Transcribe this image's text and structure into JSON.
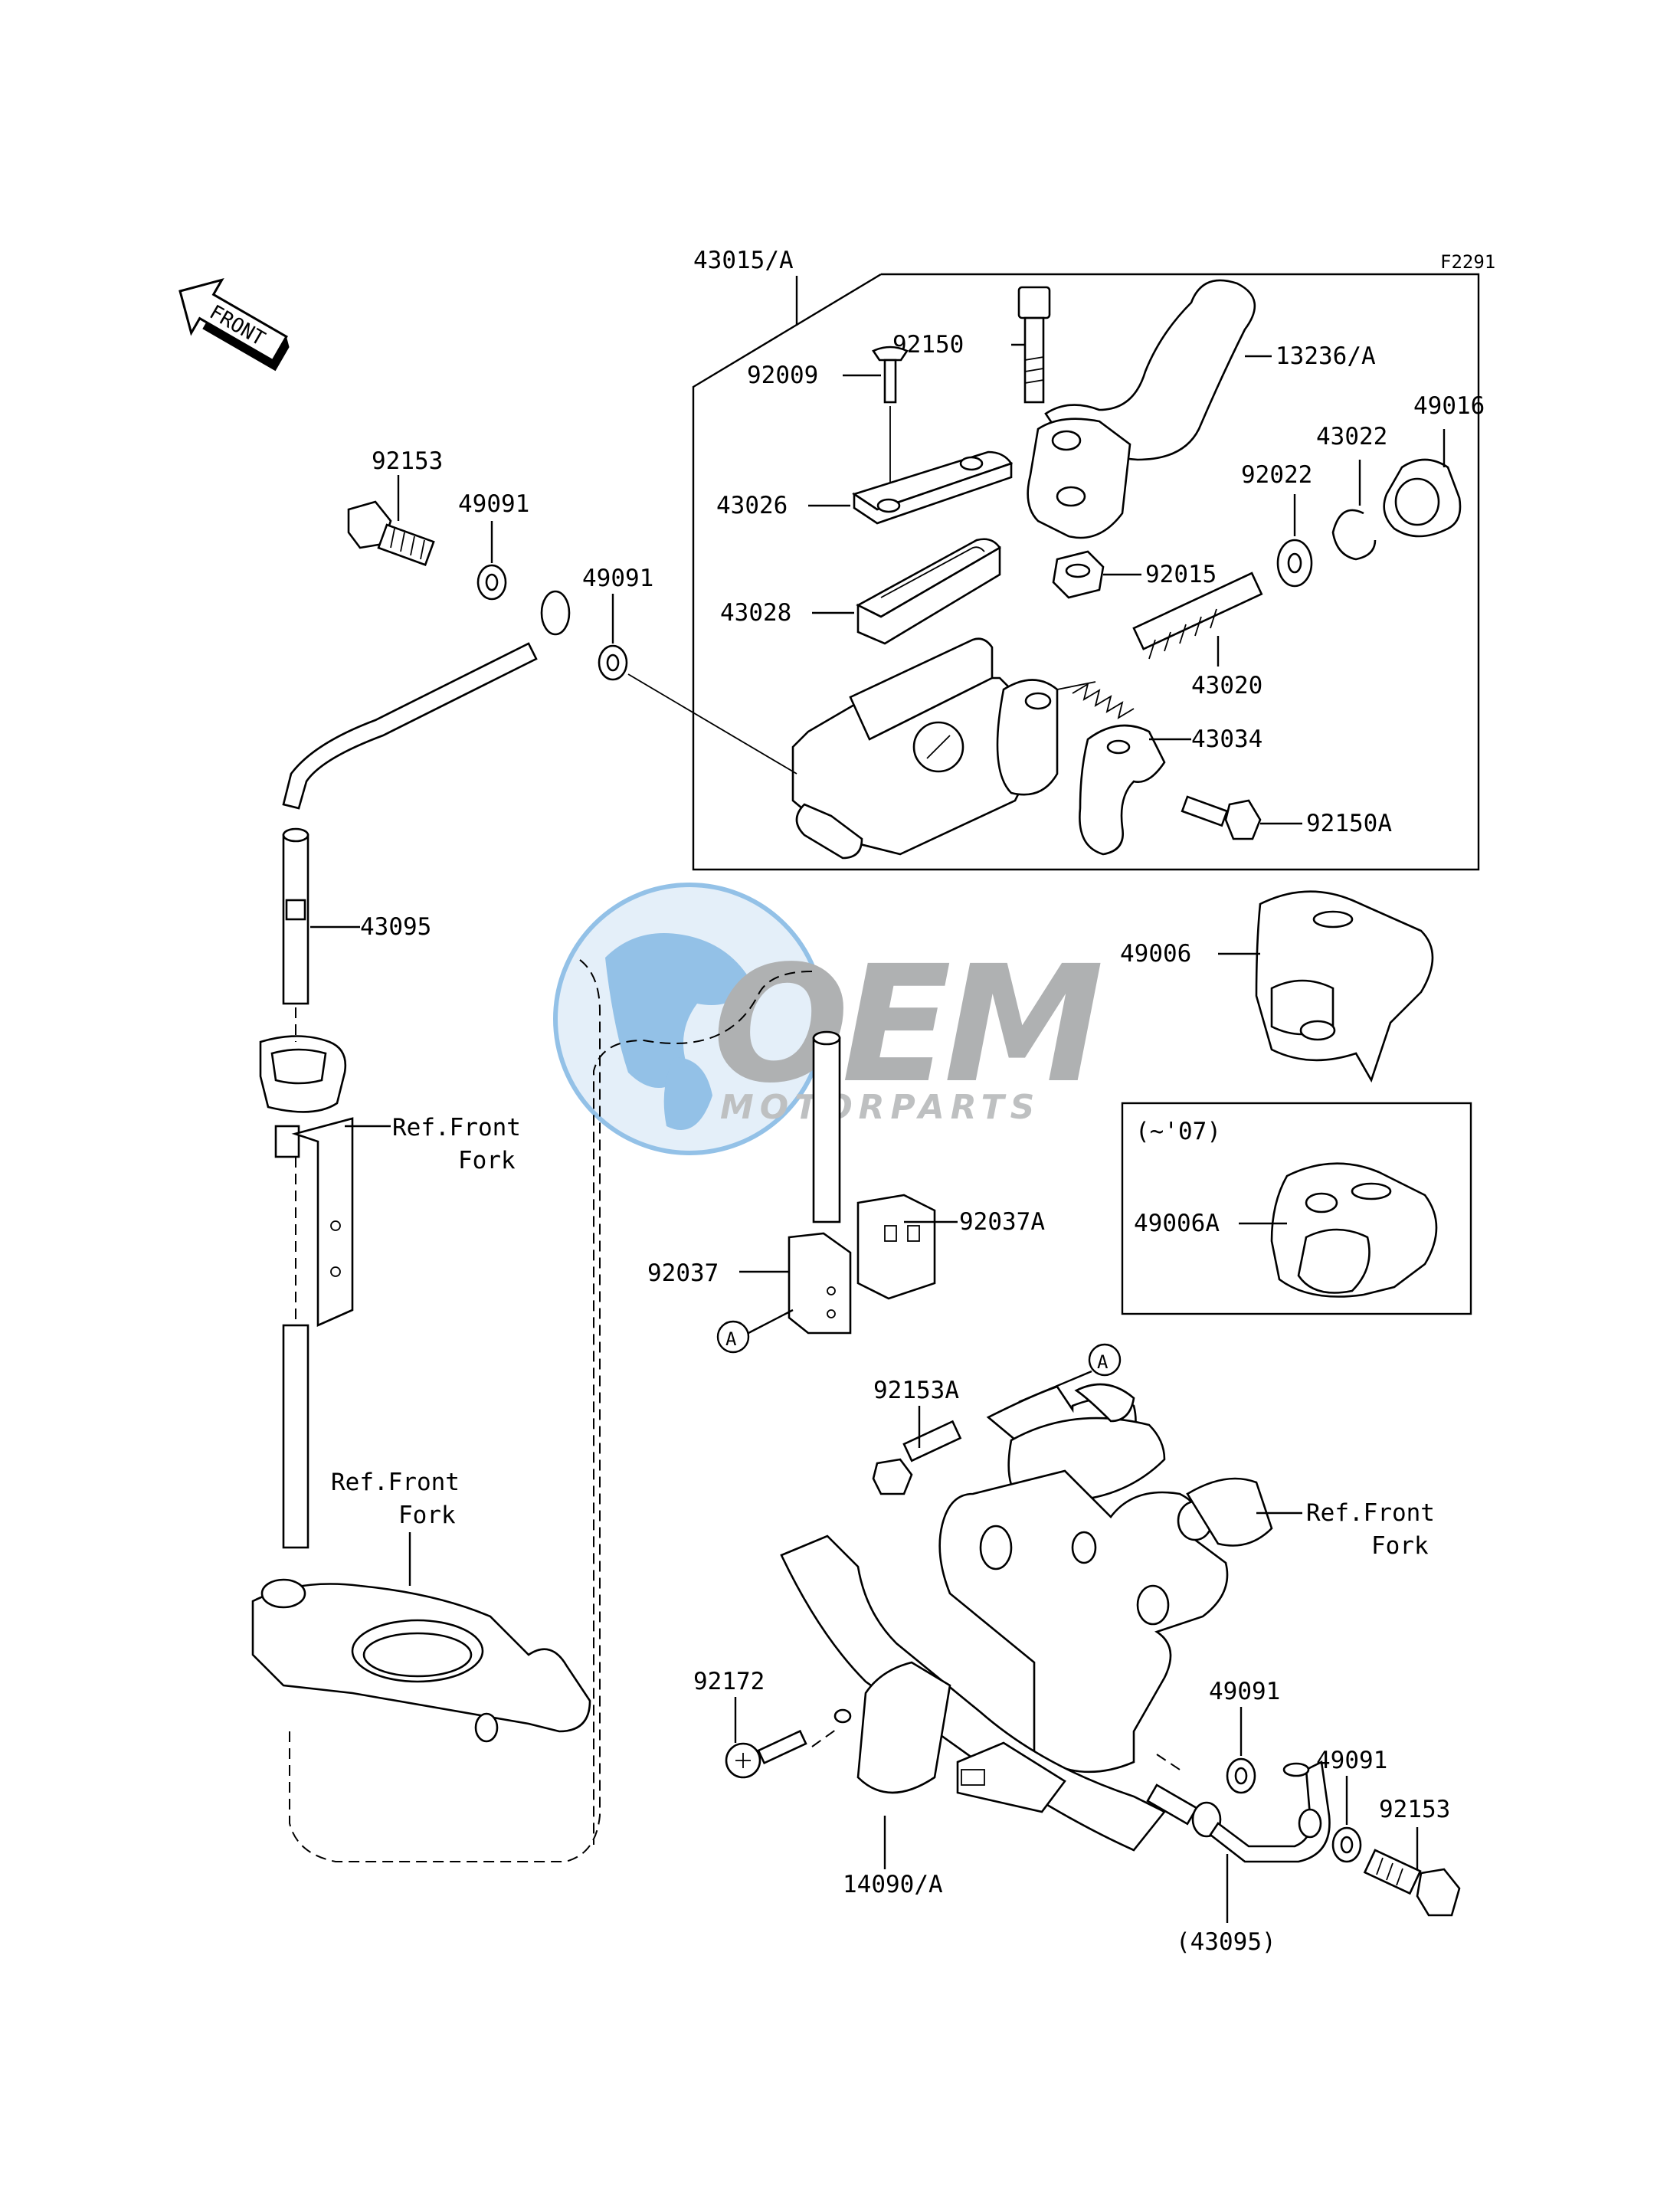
{
  "diagram_code": "F2291",
  "front_label": "FRONT",
  "watermark": {
    "line1": "OEM",
    "line2": "MOTORPARTS",
    "color": "#3b8fd4",
    "gray": "#8a8d90"
  },
  "labels": {
    "p43015": "43015/A",
    "p92150": "92150",
    "p13236": "13236/A",
    "p92009": "92009",
    "p49016": "49016",
    "p43022": "43022",
    "p92022": "92022",
    "p43026": "43026",
    "p92015": "92015",
    "p43028": "43028",
    "p43020": "43020",
    "p43034": "43034",
    "p92150A": "92150A",
    "p92153_top": "92153",
    "p49091_top": "49091",
    "p49091_mid": "49091",
    "p43095": "43095",
    "ref_fork_1a": "Ref.Front",
    "ref_fork_1b": "Fork",
    "ref_fork_2a": "Ref.Front",
    "ref_fork_2b": "Fork",
    "ref_fork_3a": "Ref.Front",
    "ref_fork_3b": "Fork",
    "p49006": "49006",
    "variant_note": "(~'07)",
    "p49006A": "49006A",
    "p92037A": "92037A",
    "p92037": "92037",
    "callout_a1": "A",
    "callout_a2": "A",
    "p92153A": "92153A",
    "p92172": "92172",
    "p49091_b1": "49091",
    "p49091_b2": "49091",
    "p92153_b": "92153",
    "p14090": "14090/A",
    "p43095_paren": "(43095)"
  }
}
